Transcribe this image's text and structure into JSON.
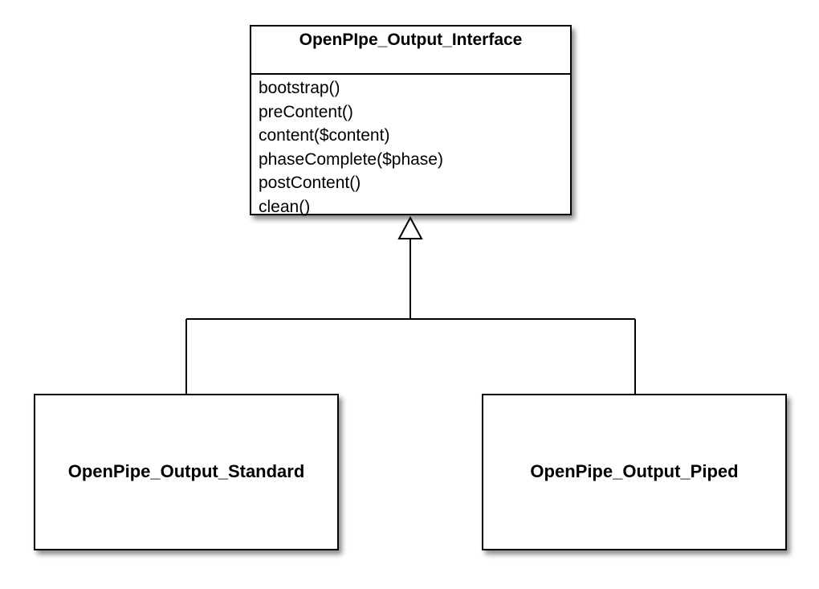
{
  "interface": {
    "name": "OpenPIpe_Output_Interface",
    "methods": [
      "bootstrap()",
      "preContent()",
      "content($content)",
      "phaseComplete($phase)",
      "postContent()",
      "clean()"
    ]
  },
  "implementations": {
    "standard": {
      "name": "OpenPipe_Output_Standard"
    },
    "piped": {
      "name": "OpenPipe_Output_Piped"
    }
  },
  "colors": {
    "line": "#000000",
    "box_fill": "#ffffff",
    "text": "#000000"
  }
}
